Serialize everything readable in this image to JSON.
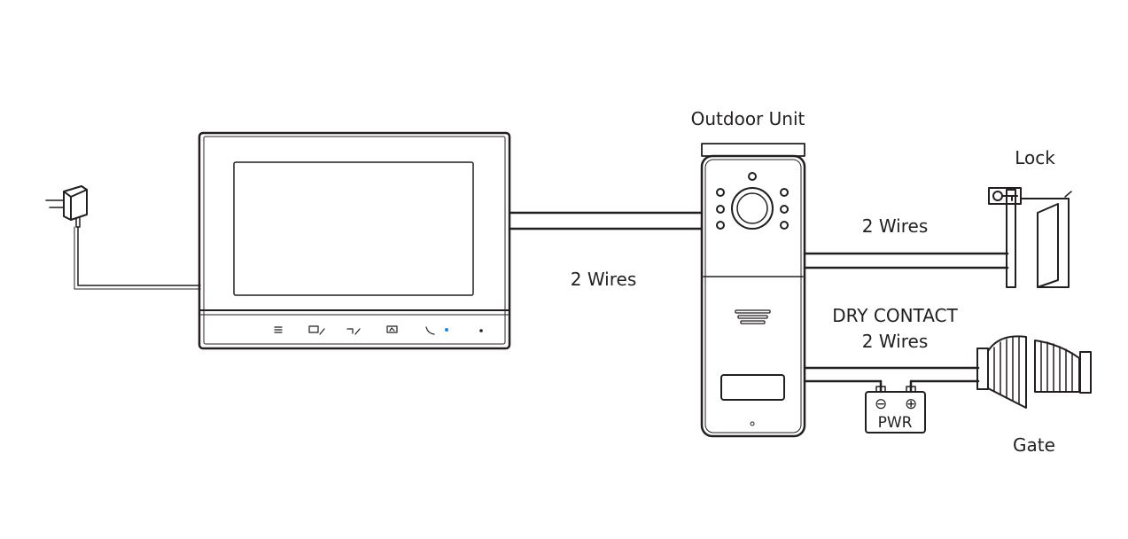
{
  "labels": {
    "outdoor_unit": "Outdoor Unit",
    "lock": "Lock",
    "wires_lock": "2 Wires",
    "wires_monitor": "2 Wires",
    "dry_contact": "DRY CONTACT",
    "wires_gate": "2 Wires",
    "gate": "Gate"
  },
  "power_supply": {
    "label": "PWR",
    "minus": "⊖",
    "plus": "⊕"
  },
  "colors": {
    "stroke": "#231f20",
    "indicator": "#1e88e5"
  }
}
